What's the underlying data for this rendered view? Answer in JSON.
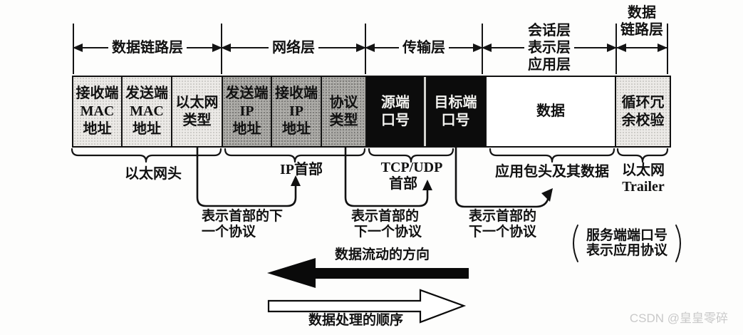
{
  "ruler": {
    "layers": [
      {
        "lines": [
          "数据链路层"
        ]
      },
      {
        "lines": [
          "网络层"
        ]
      },
      {
        "lines": [
          "传输层"
        ]
      },
      {
        "lines": [
          "会话层",
          "表示层",
          "应用层"
        ]
      },
      {
        "lines": [
          "数据",
          "链路层"
        ]
      }
    ]
  },
  "frame": {
    "fields": [
      {
        "lines": [
          "接收端",
          "MAC",
          "地址"
        ],
        "style": "light"
      },
      {
        "lines": [
          "发送端",
          "MAC",
          "地址"
        ],
        "style": "light"
      },
      {
        "lines": [
          "以太网",
          "类型"
        ],
        "style": "light"
      },
      {
        "lines": [
          "发送端",
          "IP",
          "地址"
        ],
        "style": "medium"
      },
      {
        "lines": [
          "接收端",
          "IP",
          "地址"
        ],
        "style": "medium"
      },
      {
        "lines": [
          "协议",
          "类型"
        ],
        "style": "medium"
      },
      {
        "lines": [
          "源端",
          "口号"
        ],
        "style": "dark"
      },
      {
        "lines": [
          "目标端",
          "口号"
        ],
        "style": "dark"
      },
      {
        "lines": [
          "数据"
        ],
        "style": "white"
      },
      {
        "lines": [
          "循环冗",
          "余校验"
        ],
        "style": "light"
      }
    ]
  },
  "sections": [
    {
      "lines": [
        "以太网头"
      ]
    },
    {
      "lines": [
        "IP首部"
      ]
    },
    {
      "lines": [
        "TCP/UDP",
        "首部"
      ]
    },
    {
      "lines": [
        "应用包头及其数据"
      ]
    },
    {
      "lines": [
        "以太网",
        "Trailer"
      ]
    }
  ],
  "annotations": {
    "next_protocol": [
      {
        "lines": [
          "表示首部的下",
          "一个协议"
        ]
      },
      {
        "lines": [
          "表示首部的",
          "下一个协议"
        ]
      },
      {
        "lines": [
          "表示首部的",
          "下一个协议"
        ]
      }
    ],
    "port_note": {
      "lines": [
        "服务端端口号",
        "表示应用协议"
      ]
    }
  },
  "flow": {
    "data_flow_label": "数据流动的方向",
    "processing_order_label": "数据处理的顺序"
  },
  "watermark": "CSDN @皇皇零碎",
  "colors": {
    "light_field": "#eceae7",
    "medium_field": "#a9a8a4",
    "dark_field": "#0c0c0c",
    "line": "#141414",
    "watermark": "#c9c9c9"
  }
}
